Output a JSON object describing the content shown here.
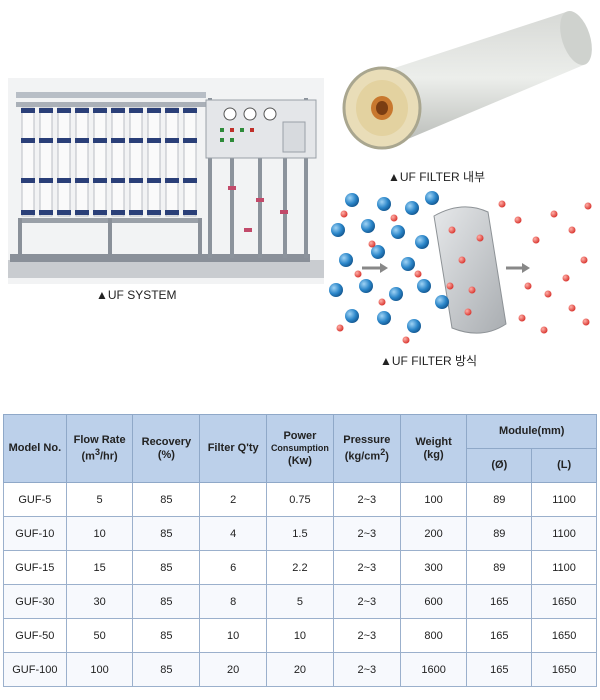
{
  "captions": {
    "uf_system": "▲UF SYSTEM",
    "uf_filter_inside": "▲UF FILTER 내부",
    "uf_filter_method": "▲UF FILTER 방식"
  },
  "table": {
    "headers": {
      "model": "Model No.",
      "flow_rate": "Flow Rate",
      "flow_rate_unit_pre": "(m",
      "flow_rate_unit_sup": "3",
      "flow_rate_unit_post": "/hr)",
      "recovery": "Recovery",
      "recovery_unit": "(%)",
      "filter_qty": "Filter Q'ty",
      "power": "Power",
      "power_2": "Consumption",
      "power_unit": "(Kw)",
      "pressure": "Pressure",
      "pressure_unit_pre": "(kg/cm",
      "pressure_unit_sup": "2",
      "pressure_unit_post": ")",
      "weight": "Weight",
      "weight_unit": "(kg)",
      "module": "Module(mm)",
      "module_dia": "(Ø)",
      "module_len": "(L)"
    },
    "rows": [
      {
        "model": "GUF-5",
        "flow": "5",
        "recovery": "85",
        "filter": "2",
        "power": "0.75",
        "pressure": "2~3",
        "weight": "100",
        "dia": "89",
        "len": "1100"
      },
      {
        "model": "GUF-10",
        "flow": "10",
        "recovery": "85",
        "filter": "4",
        "power": "1.5",
        "pressure": "2~3",
        "weight": "200",
        "dia": "89",
        "len": "1100"
      },
      {
        "model": "GUF-15",
        "flow": "15",
        "recovery": "85",
        "filter": "6",
        "power": "2.2",
        "pressure": "2~3",
        "weight": "300",
        "dia": "89",
        "len": "1100"
      },
      {
        "model": "GUF-30",
        "flow": "30",
        "recovery": "85",
        "filter": "8",
        "power": "5",
        "pressure": "2~3",
        "weight": "600",
        "dia": "165",
        "len": "1650"
      },
      {
        "model": "GUF-50",
        "flow": "50",
        "recovery": "85",
        "filter": "10",
        "power": "10",
        "pressure": "2~3",
        "weight": "800",
        "dia": "165",
        "len": "1650"
      },
      {
        "model": "GUF-100",
        "flow": "100",
        "recovery": "85",
        "filter": "20",
        "power": "20",
        "pressure": "2~3",
        "weight": "1600",
        "dia": "165",
        "len": "1650"
      }
    ]
  }
}
